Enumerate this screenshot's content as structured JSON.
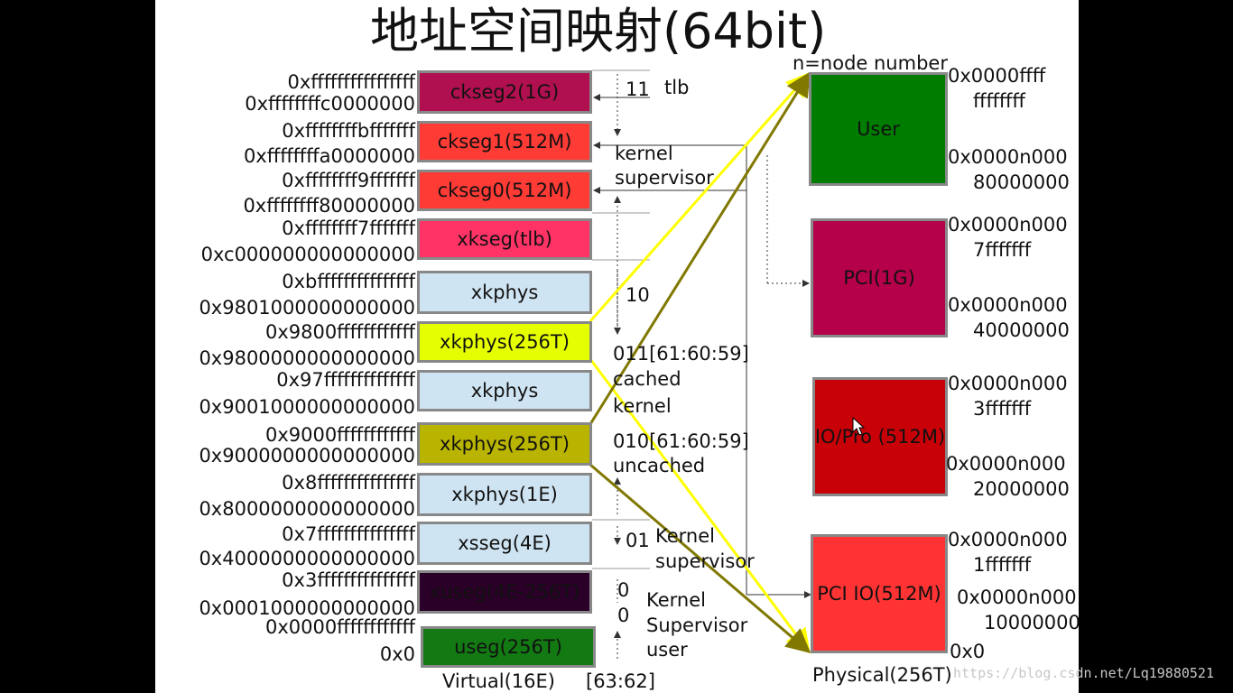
{
  "title": "地址空间映射(64bit)",
  "virtual": {
    "segments": [
      {
        "label": "ckseg2(1G)",
        "top_addr": "0xffffffffffffffff",
        "bottom_addr": "0xffffffffc0000000",
        "color": "#b0104f"
      },
      {
        "label": "ckseg1(512M)",
        "top_addr": "0xffffffffbfffffff",
        "bottom_addr": "0xffffffffa0000000",
        "color": "#ff3b36"
      },
      {
        "label": "ckseg0(512M)",
        "top_addr": "0xffffffff9fffffff",
        "bottom_addr": "0xffffffff80000000",
        "color": "#ff3b36"
      },
      {
        "label": "xkseg(tlb)",
        "top_addr": "0xffffffff7fffffff",
        "bottom_addr": "0xc000000000000000",
        "color": "#ff3366"
      },
      {
        "label": "xkphys",
        "top_addr": "0xbfffffffffffffff",
        "bottom_addr": "0x9801000000000000",
        "color": "#cfe4f2"
      },
      {
        "label": "xkphys(256T)",
        "top_addr": "0x9800ffffffffffff",
        "bottom_addr": "0x9800000000000000",
        "color": "#e6ff00"
      },
      {
        "label": "xkphys",
        "top_addr": "0x97ffffffffffffff",
        "bottom_addr": "0x9001000000000000",
        "color": "#cfe4f2"
      },
      {
        "label": "xkphys(256T)",
        "top_addr": "0x9000ffffffffffff",
        "bottom_addr": "0x9000000000000000",
        "color": "#b8b400"
      },
      {
        "label": "xkphys(1E)",
        "top_addr": "0x8fffffffffffffff",
        "bottom_addr": "0x8000000000000000",
        "color": "#cfe4f2"
      },
      {
        "label": "xsseg(4E)",
        "top_addr": "0x7fffffffffffffff",
        "bottom_addr": "0x4000000000000000",
        "color": "#cfe4f2"
      },
      {
        "label": "xuseg(4E-256T)",
        "top_addr": "0x3fffffffffffffff",
        "bottom_addr": "0x0001000000000000",
        "color": "#2b0028"
      },
      {
        "label": "useg(256T)",
        "top_addr": "0x0000ffffffffffff",
        "bottom_addr": "0x0",
        "color": "#137a13"
      }
    ],
    "footer": "Virtual(16E)",
    "bits_label": "[63:62]"
  },
  "annotations": {
    "tlb_bits": "11",
    "tlb": "tlb",
    "kernel": "kernel",
    "supervisor": "supervisor",
    "bits_10": "10",
    "cached_line1": "011[61:60:59]",
    "cached_line2": "cached",
    "cached_line3": "kernel",
    "uncached_line1": "010[61:60:59]",
    "uncached_line2": "uncached",
    "bits_01": "01",
    "kernel_sup_1": "Kernel",
    "kernel_sup_2": "supervisor",
    "bits_0a": "0",
    "bits_0b": "0",
    "ksu_1": "Kernel",
    "ksu_2": "Supervisor",
    "ksu_3": "user",
    "node_note": "n=node number"
  },
  "physical": {
    "blocks": [
      {
        "label": "User",
        "addr_top_1": "0x0000ffff",
        "addr_top_2": "ffffffff",
        "addr_bot_1": "0x0000n000",
        "addr_bot_2": "80000000",
        "color": "#007d00"
      },
      {
        "label": "PCI(1G)",
        "addr_top_1": "0x0000n000",
        "addr_top_2": "7fffffff",
        "addr_bot_1": "0x0000n000",
        "addr_bot_2": "40000000",
        "color": "#b5004a"
      },
      {
        "label": "IO/Pro (512M)",
        "addr_top_1": "0x0000n000",
        "addr_top_2": "3fffffff",
        "addr_bot_1": "0x0000n000",
        "addr_bot_2": "20000000",
        "color": "#c80008"
      },
      {
        "label": "PCI IO(512M)",
        "addr_top_1": "0x0000n000",
        "addr_top_2": "1fffffff",
        "addr_bot_1": "0x0000n000",
        "addr_bot_2": "10000000",
        "color": "#ff3333"
      }
    ],
    "bottom_addr": "0x0",
    "footer": "Physical(256T)"
  },
  "watermark": "https://blog.csdn.net/Lq19880521",
  "colors": {
    "yellow_line": "#ffff00",
    "olive_line": "#807800",
    "connector": "#333333"
  }
}
